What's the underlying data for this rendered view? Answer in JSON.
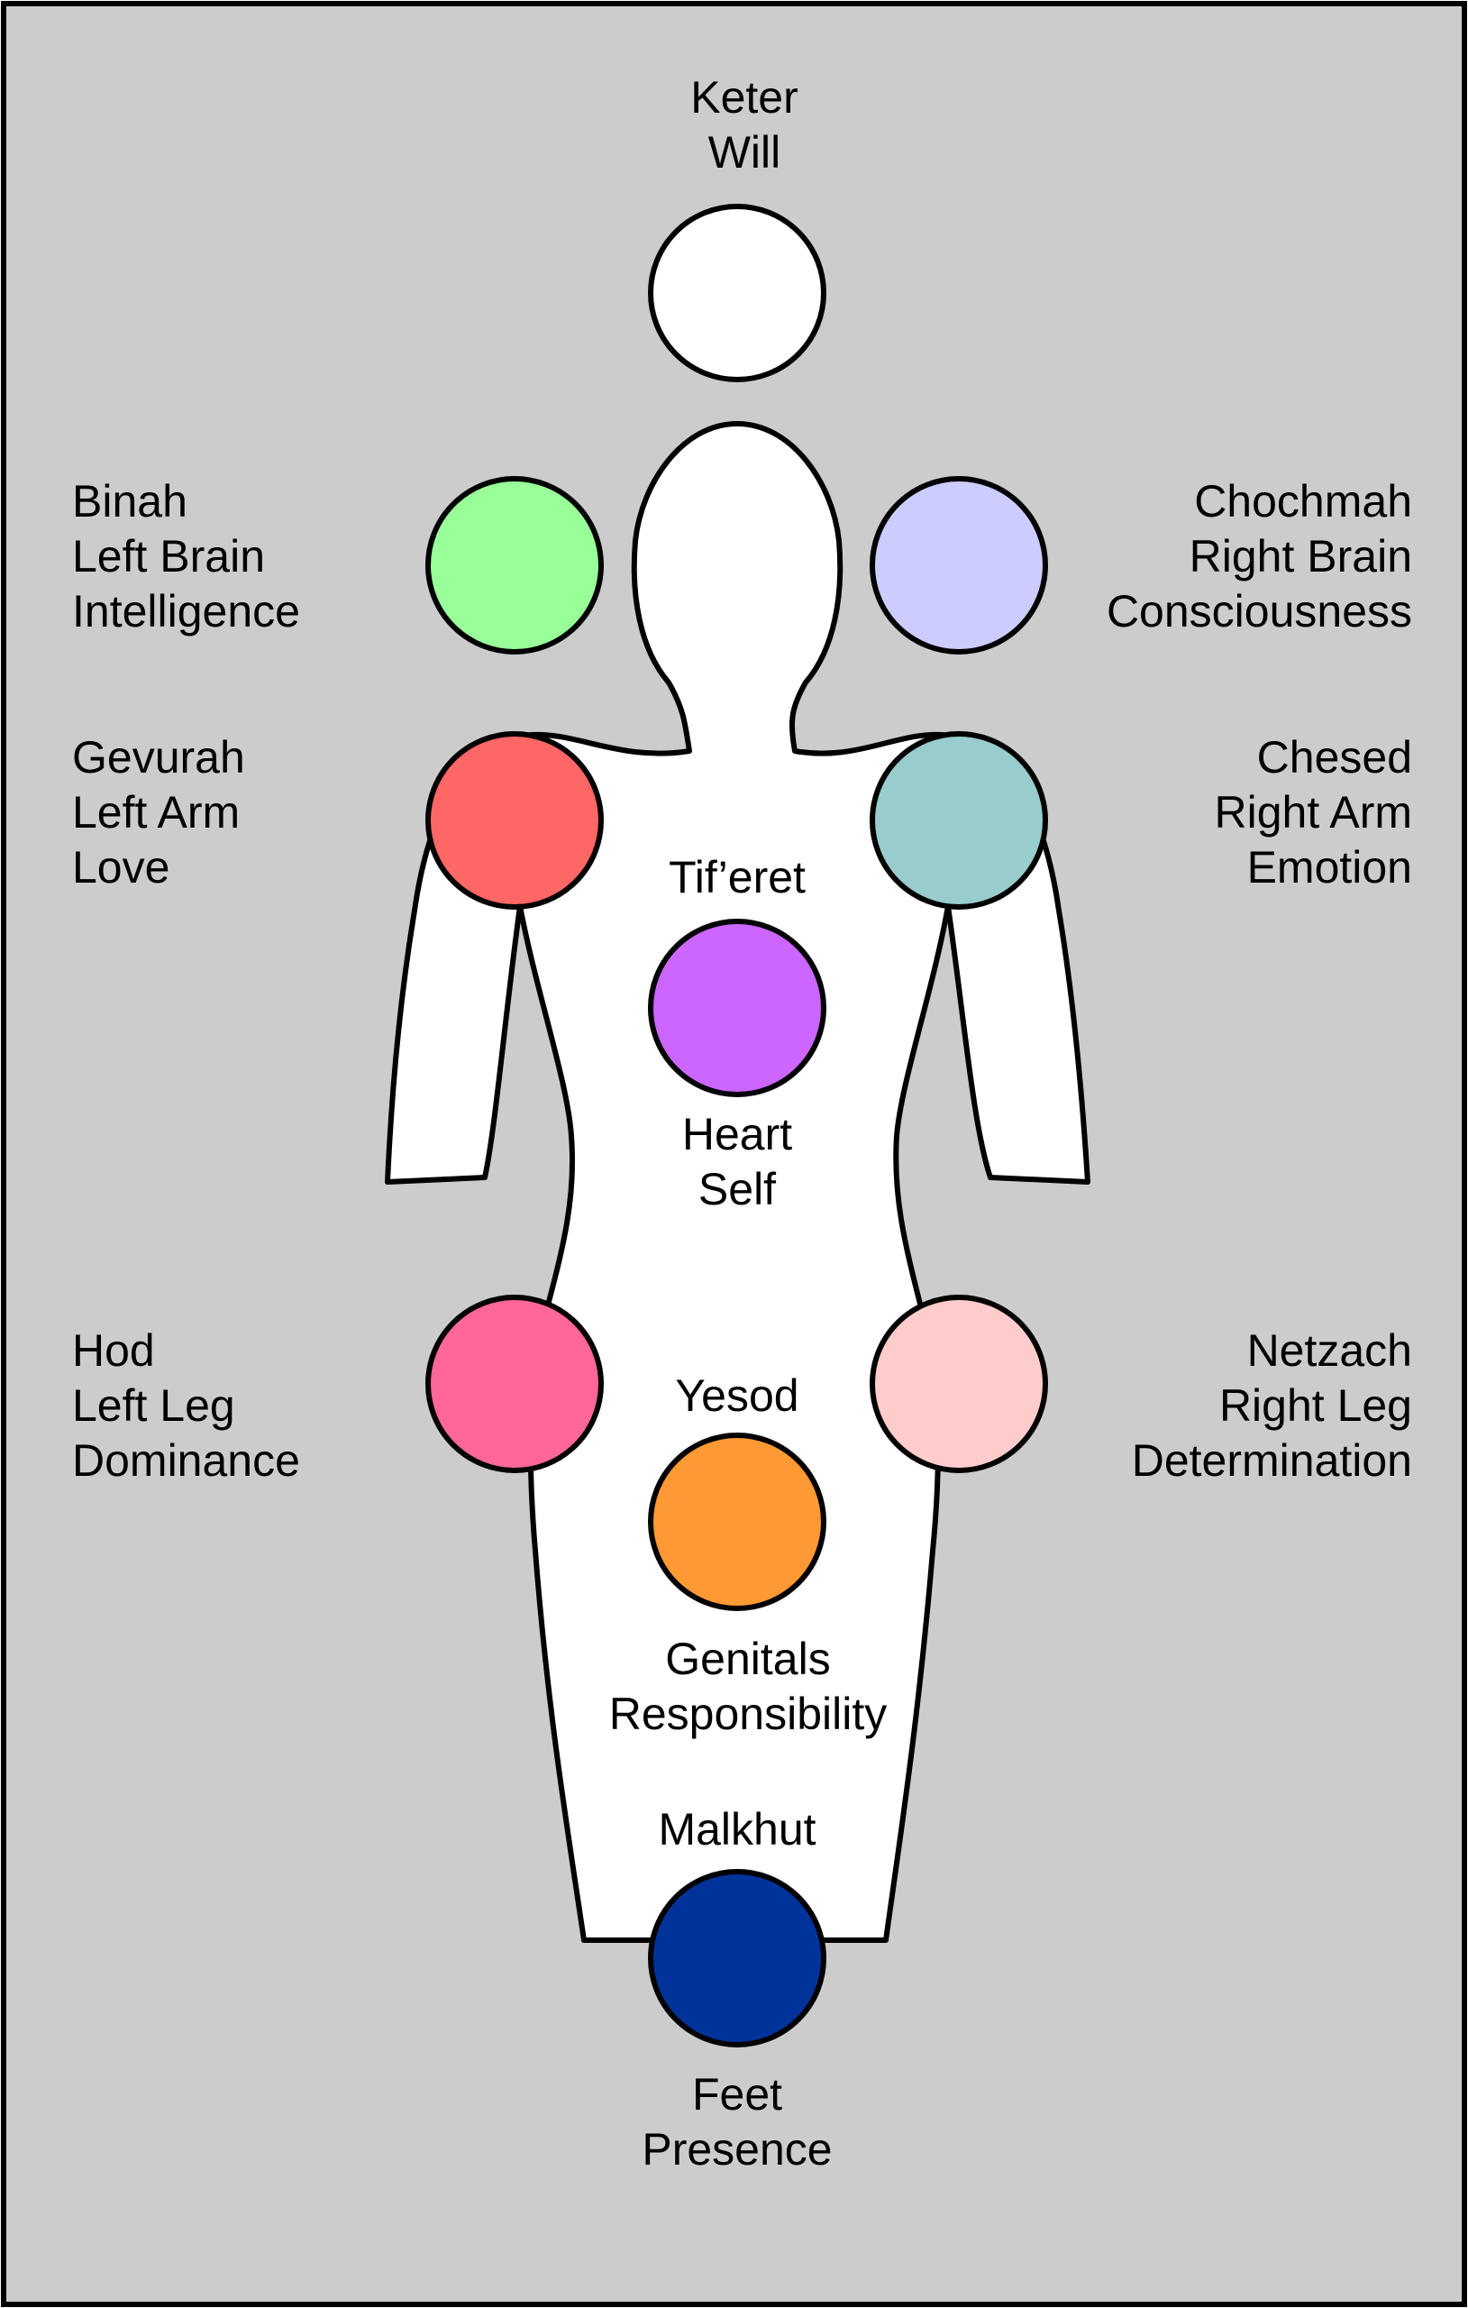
{
  "colors": {
    "background": "#cccccc",
    "frame": "#000000",
    "body_fill": "#ffffff",
    "stroke": "#000000"
  },
  "sefirot": [
    {
      "id": "keter",
      "lines": [
        "Keter",
        "Will"
      ],
      "color": "#ffffff",
      "icon": "keter-circle-icon"
    },
    {
      "id": "binah",
      "lines": [
        "Binah",
        "Left Brain",
        "Intelligence"
      ],
      "color": "#99ff99",
      "icon": "binah-circle-icon"
    },
    {
      "id": "chochmah",
      "lines": [
        "Chochmah",
        "Right Brain",
        "Consciousness"
      ],
      "color": "#ccccff",
      "icon": "chochmah-circle-icon"
    },
    {
      "id": "gevurah",
      "lines": [
        "Gevurah",
        "Left Arm",
        "Love"
      ],
      "color": "#ff6666",
      "icon": "gevurah-circle-icon"
    },
    {
      "id": "chesed",
      "lines": [
        "Chesed",
        "Right Arm",
        "Emotion"
      ],
      "color": "#99cccc",
      "icon": "chesed-circle-icon"
    },
    {
      "id": "tiferet",
      "lines": [
        "Tif’eret"
      ],
      "lines_below": [
        "Heart",
        "Self"
      ],
      "color": "#cc66ff",
      "icon": "tiferet-circle-icon"
    },
    {
      "id": "hod",
      "lines": [
        "Hod",
        "Left Leg",
        "Dominance"
      ],
      "color": "#ff6699",
      "icon": "hod-circle-icon"
    },
    {
      "id": "netzach",
      "lines": [
        "Netzach",
        "Right Leg",
        "Determination"
      ],
      "color": "#ffcccc",
      "icon": "netzach-circle-icon"
    },
    {
      "id": "yesod",
      "lines": [
        "Yesod"
      ],
      "lines_below": [
        "Genitals",
        "Responsibility"
      ],
      "color": "#ff9933",
      "icon": "yesod-circle-icon"
    },
    {
      "id": "malkhut",
      "lines": [
        "Malkhut"
      ],
      "lines_below": [
        "Feet",
        "Presence"
      ],
      "color": "#003399",
      "icon": "malkhut-circle-icon"
    }
  ]
}
